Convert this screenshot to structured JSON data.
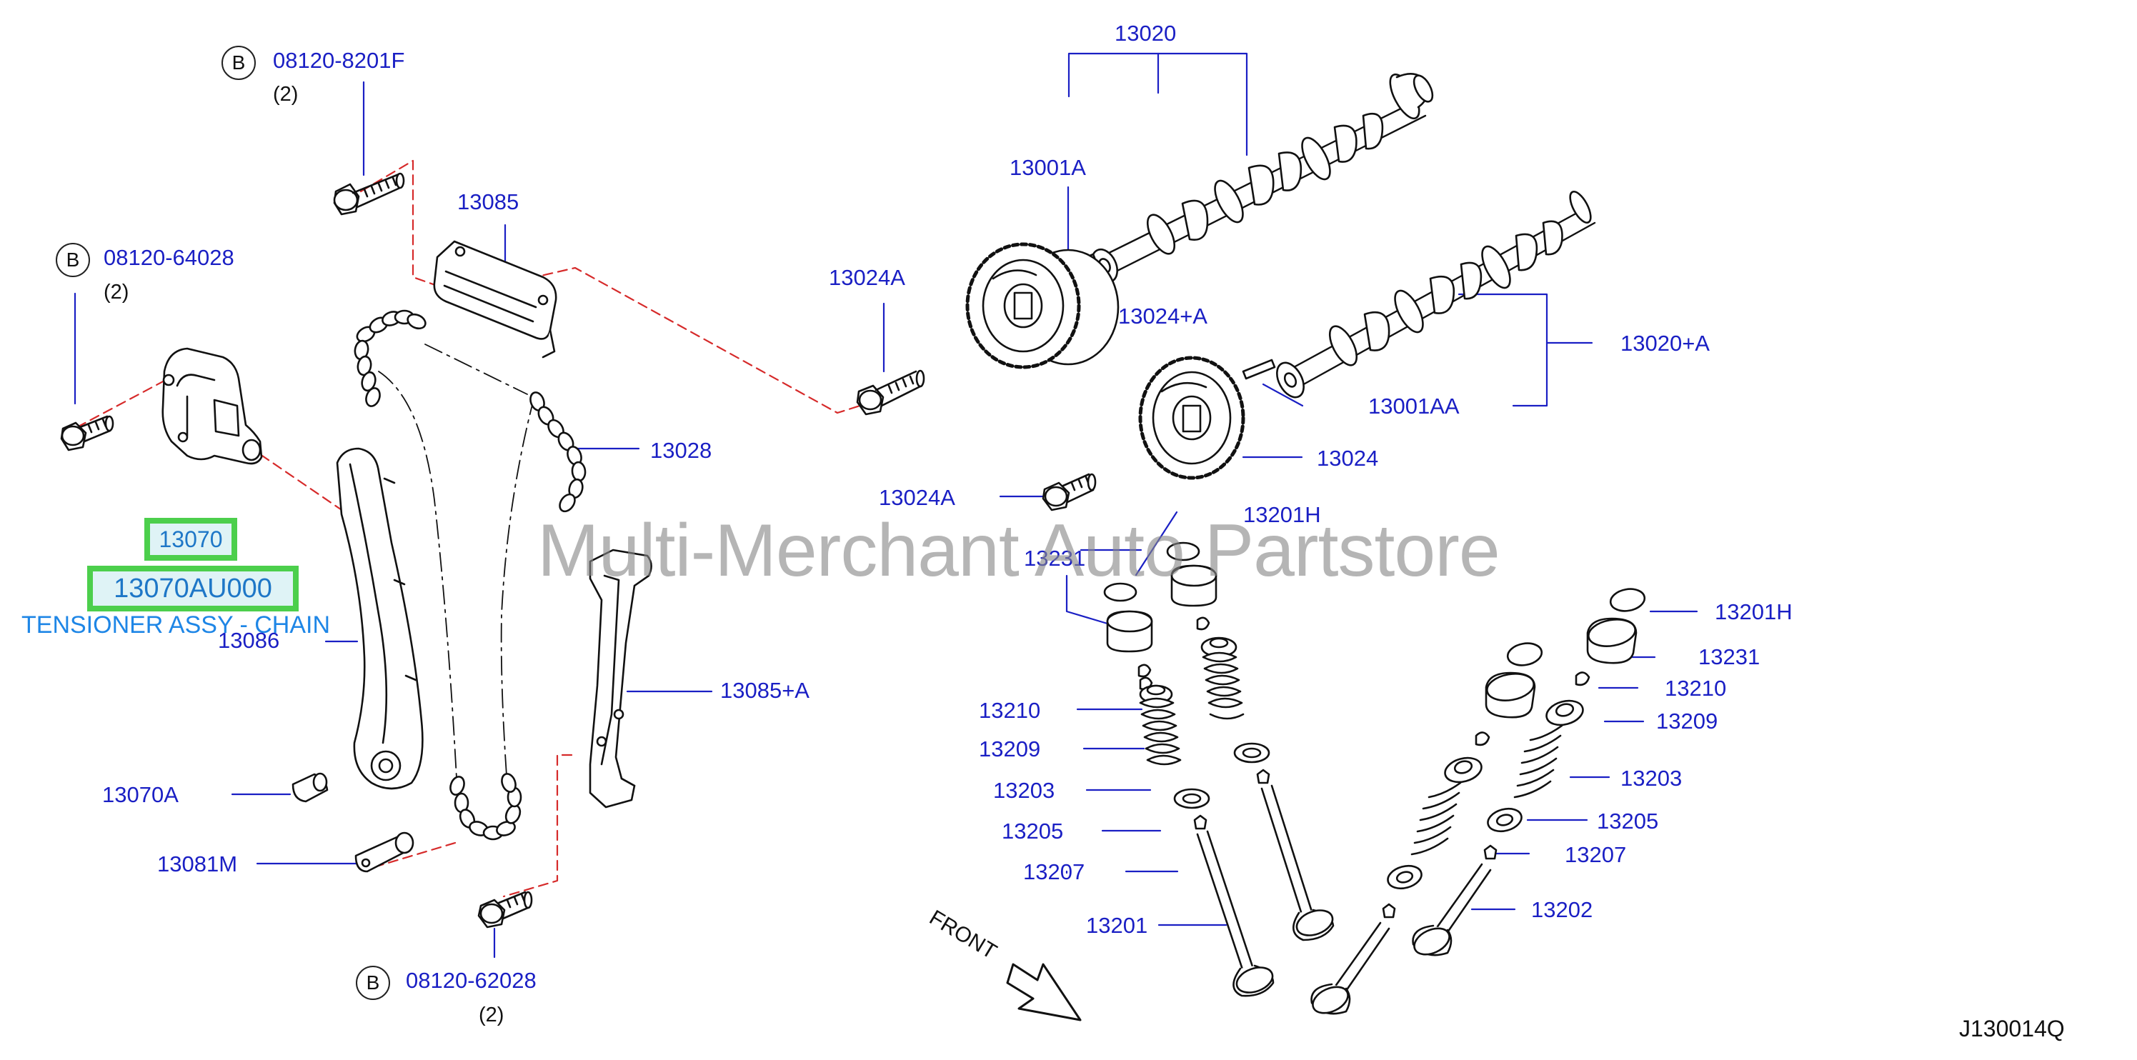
{
  "labels": {
    "p13020": "13020",
    "p08120_8201F": "08120-8201F",
    "q08120_8201F": "(2)",
    "p13001A": "13001A",
    "p13085": "13085",
    "p08120_64028": "08120-64028",
    "q08120_64028": "(2)",
    "p13024A_top": "13024A",
    "p13024A_plus": "13024+A",
    "p13020A_plus": "13020+A",
    "p13001AA": "13001AA",
    "p13028": "13028",
    "p13024": "13024",
    "p13024A_mid": "13024A",
    "p13201H_left": "13201H",
    "p13231_left": "13231",
    "p13201H_right": "13201H",
    "p13086": "13086",
    "p13231_right": "13231",
    "p13085A_plus": "13085+A",
    "p13210_left": "13210",
    "p13210_right": "13210",
    "p13209_left": "13209",
    "p13209_right": "13209",
    "p13203_left": "13203",
    "p13203_right": "13203",
    "p13070A": "13070A",
    "p13205_left": "13205",
    "p13205_right": "13205",
    "p13207_left": "13207",
    "p13207_right": "13207",
    "p13081M": "13081M",
    "p13201": "13201",
    "p13202": "13202",
    "p08120_62028": "08120-62028",
    "q08120_62028": "(2)"
  },
  "bolt_marker": "B",
  "highlight": {
    "part_number": "13070",
    "oem_number": "13070AU000",
    "description": "TENSIONER ASSY - CHAIN"
  },
  "watermark": "Multi-Merchant Auto Partstore",
  "front_label": "FRONT",
  "diagram_code": "J130014Q",
  "colors": {
    "label_blue": "#1a1fc4",
    "highlight_border": "#4ccf4c",
    "highlight_fill": "#dff3f6",
    "highlight_text": "#1e77c7",
    "description_text": "#1e86e6",
    "guide_red": "#d62a2a",
    "line_art": "#111111"
  }
}
